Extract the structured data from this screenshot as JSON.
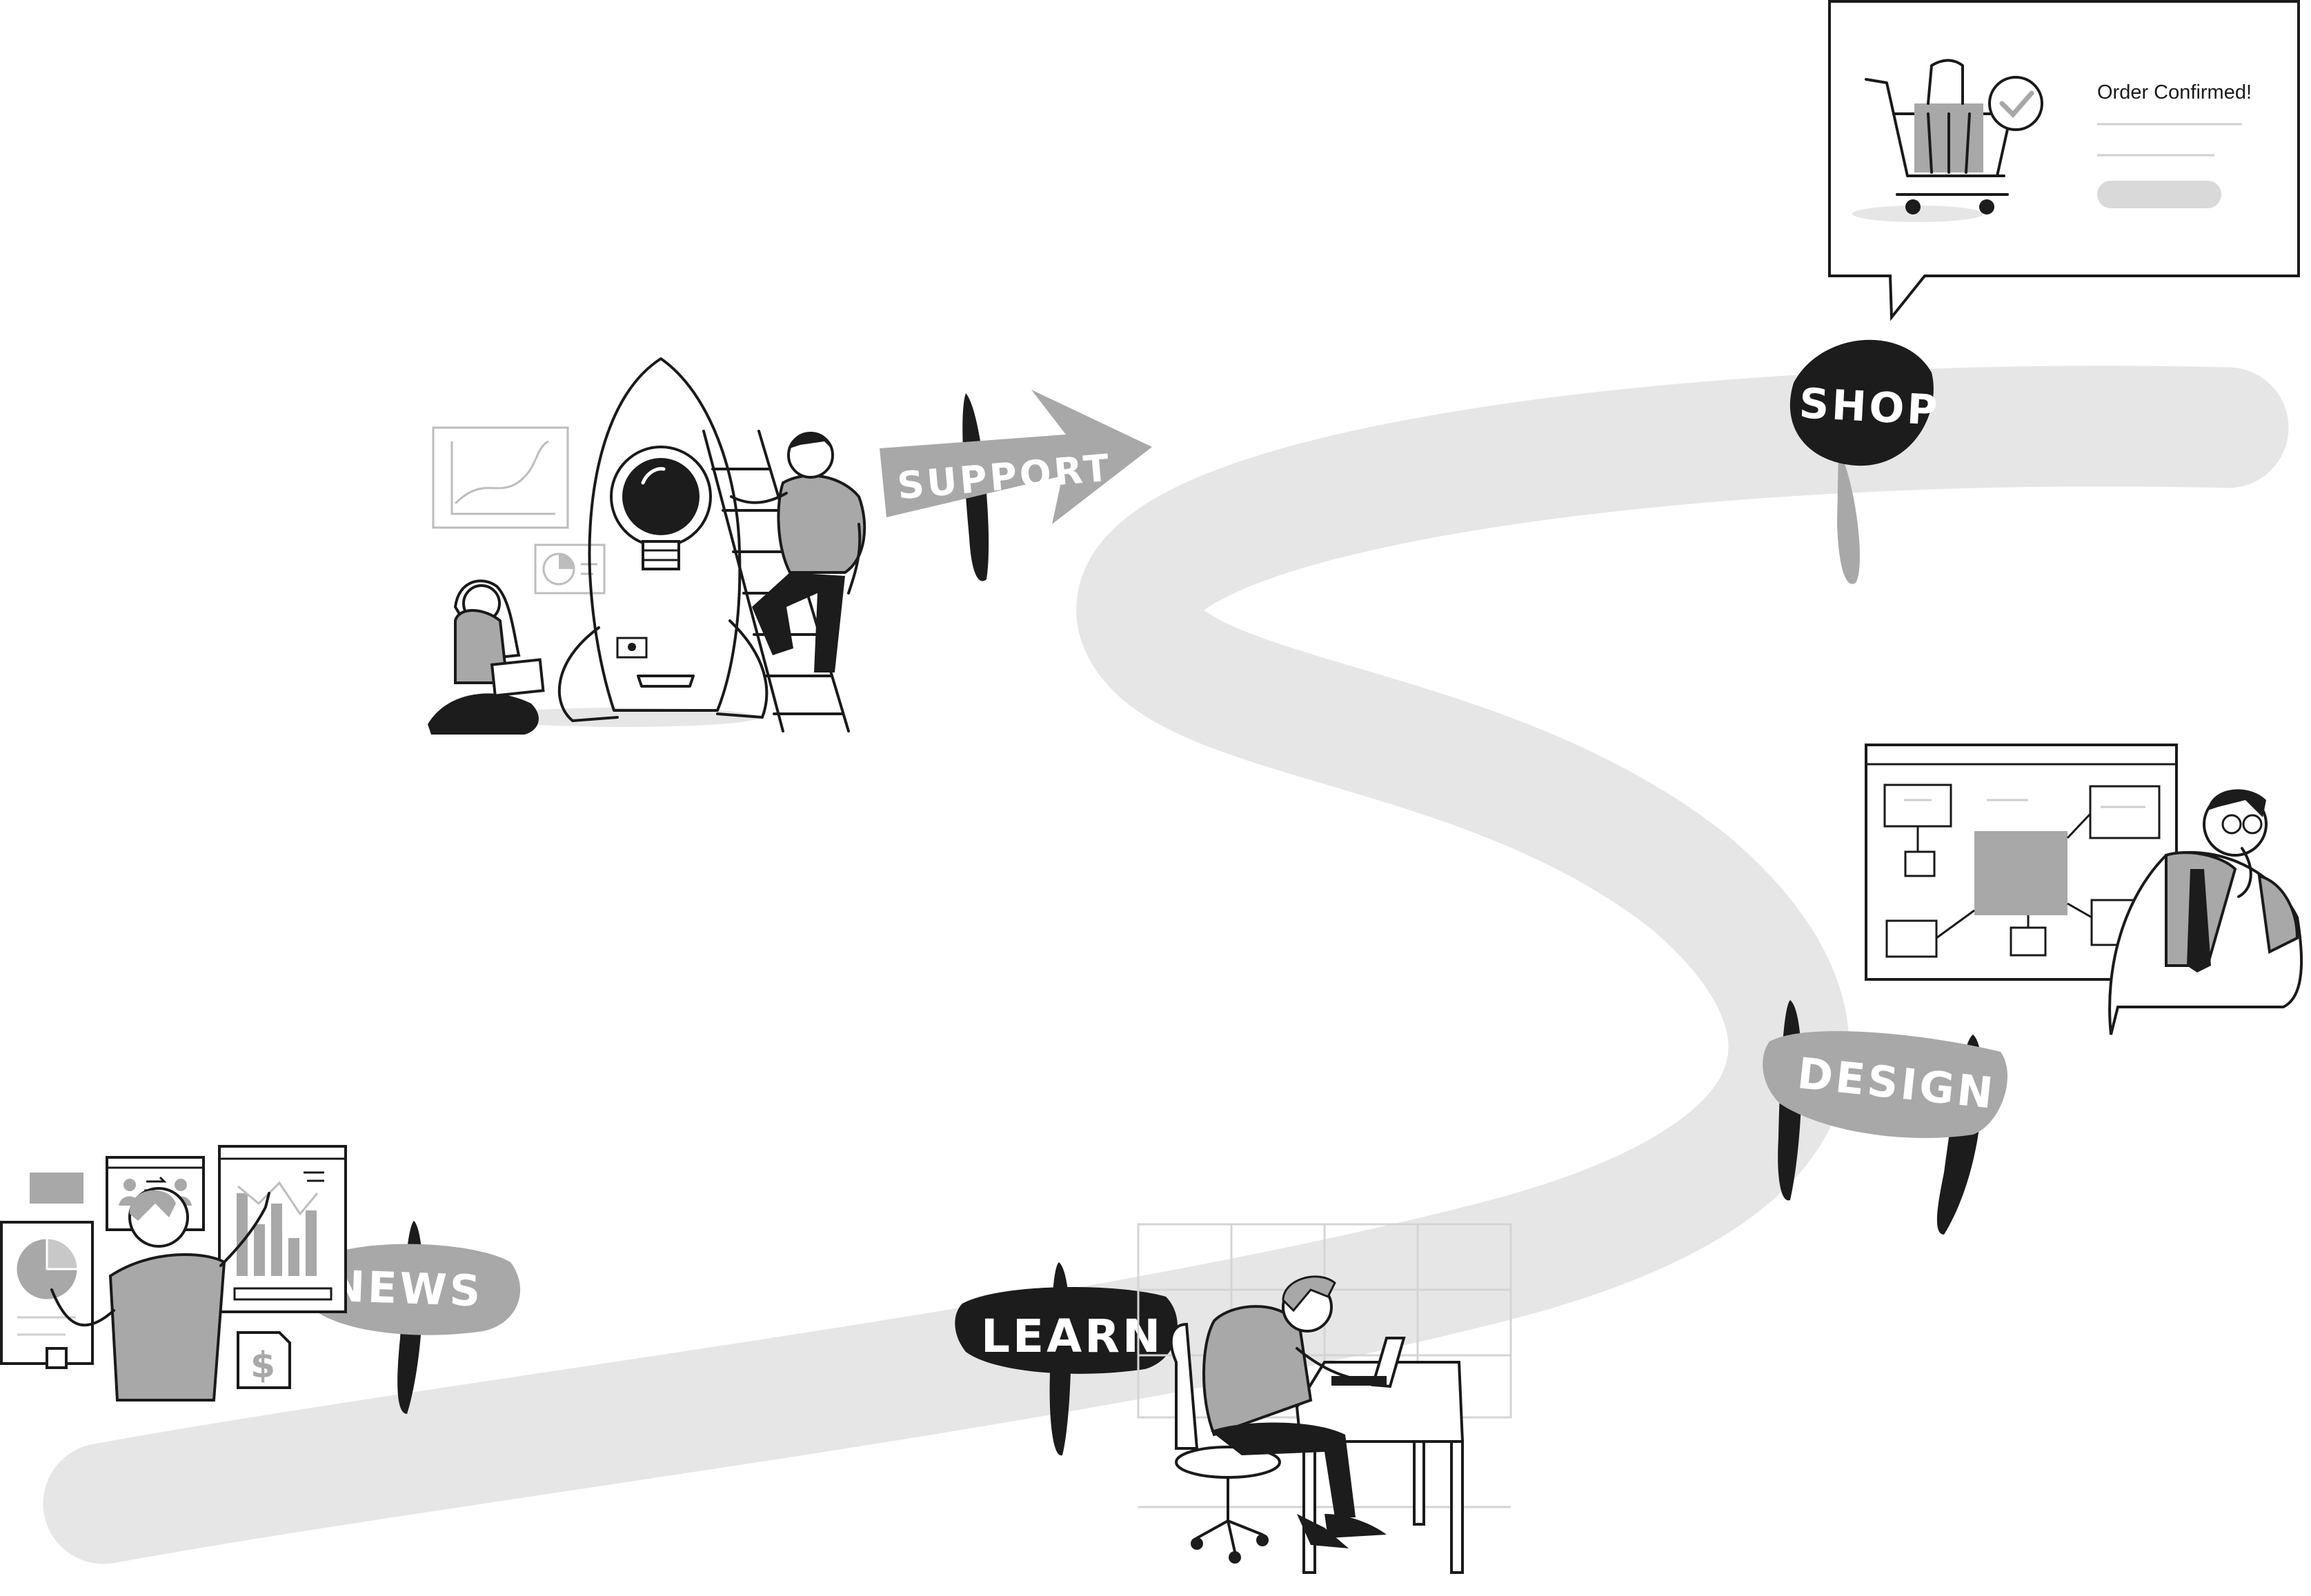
{
  "scene": {
    "colors": {
      "path": "#e6e6e6",
      "sign_dark": "#1c1c1c",
      "sign_gray": "#a8a8a8",
      "line": "#1a1a1a",
      "background": "#ffffff"
    },
    "signs": {
      "support": "SUPPORT",
      "shop": "SHOP",
      "design": "DESIGN",
      "news": "NEWS",
      "learn": "LEARN"
    },
    "order_bubble": {
      "title": "Order Confirmed!"
    },
    "icons": [
      "rocket-icon",
      "lightbulb-icon",
      "shopping-cart-icon",
      "checkmark-icon",
      "dollar-icon",
      "pie-chart-icon",
      "bar-chart-icon",
      "line-chart-icon",
      "flowchart-icon",
      "laptop-icon",
      "ladder-icon"
    ]
  }
}
